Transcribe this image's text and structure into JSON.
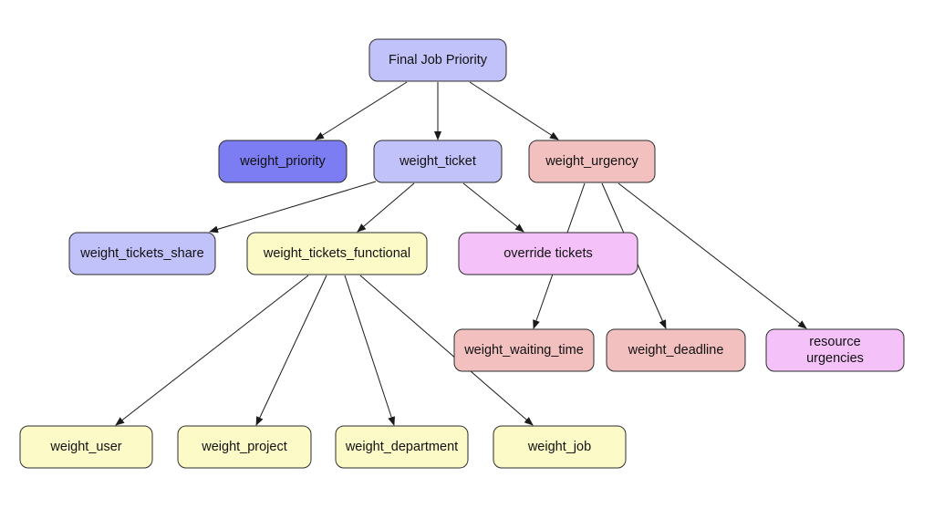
{
  "colors": {
    "blue_light": "#c2c2fa",
    "blue_dark": "#7c7cf3",
    "red": "#f3c0c0",
    "yellow": "#fcfac6",
    "pink": "#f4c2f8",
    "stroke": "#2b2b2b",
    "edge": "#1a1a1a"
  },
  "nodes": [
    {
      "id": "final",
      "lines": [
        "Final Job Priority"
      ],
      "color": "blue_light"
    },
    {
      "id": "wpriority",
      "lines": [
        "weight_priority"
      ],
      "color": "blue_dark"
    },
    {
      "id": "wticket",
      "lines": [
        "weight_ticket"
      ],
      "color": "blue_light"
    },
    {
      "id": "wurgency",
      "lines": [
        "weight_urgency"
      ],
      "color": "red"
    },
    {
      "id": "wshare",
      "lines": [
        "weight_tickets_share"
      ],
      "color": "blue_light"
    },
    {
      "id": "wfunc",
      "lines": [
        "weight_tickets_functional"
      ],
      "color": "yellow"
    },
    {
      "id": "override",
      "lines": [
        "override tickets"
      ],
      "color": "pink"
    },
    {
      "id": "wwait",
      "lines": [
        "weight_waiting_time"
      ],
      "color": "red"
    },
    {
      "id": "wdeadline",
      "lines": [
        "weight_deadline"
      ],
      "color": "red"
    },
    {
      "id": "resurg",
      "lines": [
        "resource",
        "urgencies"
      ],
      "color": "pink"
    },
    {
      "id": "wuser",
      "lines": [
        "weight_user"
      ],
      "color": "yellow"
    },
    {
      "id": "wproject",
      "lines": [
        "weight_project"
      ],
      "color": "yellow"
    },
    {
      "id": "wdept",
      "lines": [
        "weight_department"
      ],
      "color": "yellow"
    },
    {
      "id": "wjob",
      "lines": [
        "weight_job"
      ],
      "color": "yellow"
    }
  ],
  "edges": [
    {
      "from": "final",
      "to": "wpriority"
    },
    {
      "from": "final",
      "to": "wticket"
    },
    {
      "from": "final",
      "to": "wurgency"
    },
    {
      "from": "wticket",
      "to": "wshare"
    },
    {
      "from": "wticket",
      "to": "wfunc"
    },
    {
      "from": "wticket",
      "to": "override"
    },
    {
      "from": "wurgency",
      "to": "wwait"
    },
    {
      "from": "wurgency",
      "to": "wdeadline"
    },
    {
      "from": "wurgency",
      "to": "resurg"
    },
    {
      "from": "wfunc",
      "to": "wuser"
    },
    {
      "from": "wfunc",
      "to": "wproject"
    },
    {
      "from": "wfunc",
      "to": "wdept"
    },
    {
      "from": "wfunc",
      "to": "wjob"
    }
  ]
}
